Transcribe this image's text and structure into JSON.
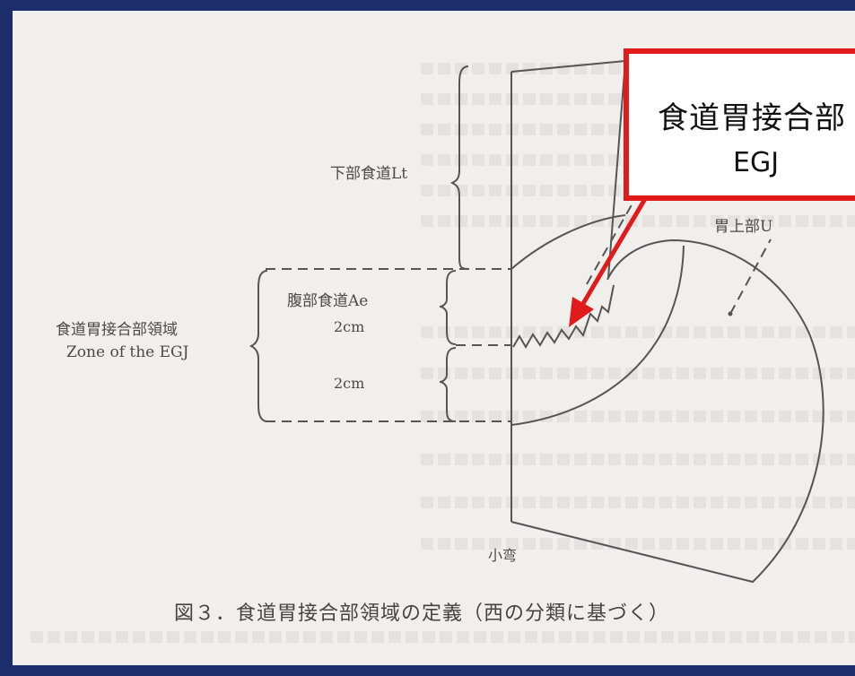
{
  "callout": {
    "title_line1": "食道胃接合部",
    "title_line2": "EGJ"
  },
  "labels": {
    "lower_esophagus": "下部食道Lt",
    "upper_stomach": "胃上部U",
    "abdominal_esophagus": "腹部食道Ae",
    "length_upper": "2cm",
    "length_lower": "2cm",
    "zone_jp": "食道胃接合部領域",
    "zone_en": "Zone of the EGJ",
    "lesser_curvature": "小弯"
  },
  "caption": "図３．食道胃接合部領域の定義（西の分類に基づく）",
  "colors": {
    "frame": "#1c2d6b",
    "paper": "#f1efec",
    "callout_border": "#e11b1b",
    "arrow": "#e11b1b",
    "ink": "#555555"
  }
}
